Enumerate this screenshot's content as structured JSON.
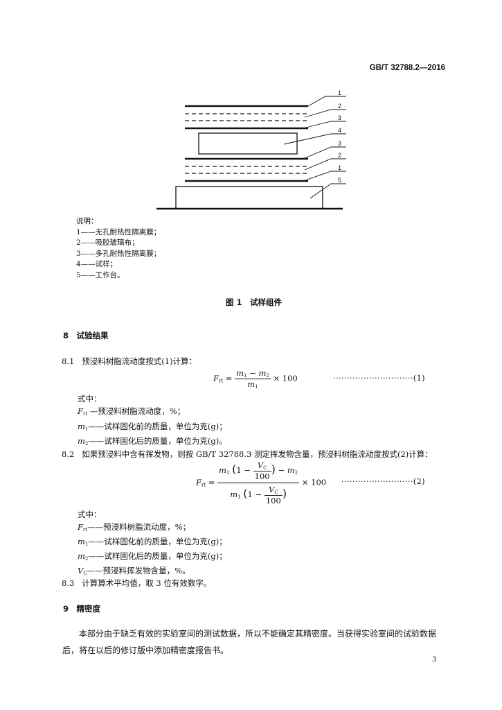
{
  "header": {
    "standard_no": "GB/T 32788.2—2016"
  },
  "figure": {
    "callouts": [
      "1",
      "2",
      "3",
      "4",
      "3",
      "2",
      "1",
      "5"
    ],
    "legend_title": "说明：",
    "legend_items": [
      "1——无孔耐热性隔离膜；",
      "2——吸胶玻璃布；",
      "3——多孔耐热性隔离膜；",
      "4——试样；",
      "5——工作台。"
    ],
    "caption": "图 1　试样组件"
  },
  "section8": {
    "heading": "8　试验结果",
    "s81": {
      "num": "8.1",
      "text": "预浸料树脂流动度按式(1)计算：",
      "eq_label": "(1)",
      "where": "式中：",
      "defs": [
        {
          "sym": "F",
          "sub": "rt",
          "dash": "—",
          "desc": "预浸料树脂流动度，%；"
        },
        {
          "sym": "m",
          "sub": "1",
          "dash": "——",
          "desc": "试样固化前的质量，单位为克(g)；"
        },
        {
          "sym": "m",
          "sub": "2",
          "dash": "——",
          "desc": "试样固化后的质量，单位为克(g)。"
        }
      ]
    },
    "s82": {
      "num": "8.2",
      "text": "如果预浸料中含有挥发物，则按 GB/T 32788.3 测定挥发物含量，预浸料树脂流动度按式(2)计算：",
      "eq_label": "(2)",
      "where": "式中：",
      "defs": [
        {
          "sym": "F",
          "sub": "rt",
          "dash": "——",
          "desc": "预浸料树脂流动度，%；"
        },
        {
          "sym": "m",
          "sub": "1",
          "dash": "——",
          "desc": "试样固化前的质量，单位为克(g)；"
        },
        {
          "sym": "m",
          "sub": "2",
          "dash": "——",
          "desc": "试样固化后的质量，单位为克(g)；"
        },
        {
          "sym": "V",
          "sub": "C",
          "dash": "——",
          "desc": "预浸料挥发物含量，%。"
        }
      ]
    },
    "s83": {
      "num": "8.3",
      "text": "计算算术平均值，取 3 位有效数字。"
    }
  },
  "section9": {
    "heading": "9　精密度",
    "paragraph": "本部分由于缺乏有效的实验室间的测试数据，所以不能确定其精密度。当获得实验室间的试验数据后，将在以后的修订版中添加精密度报告书。"
  },
  "formula": {
    "F": "F",
    "F_sub": "rt",
    "m1": "m",
    "m1_sub": "1",
    "m2": "m",
    "m2_sub": "2",
    "V": "V",
    "V_sub": "C",
    "hundred": "100",
    "times100": "× 100",
    "one": "1"
  },
  "page_number": "3"
}
